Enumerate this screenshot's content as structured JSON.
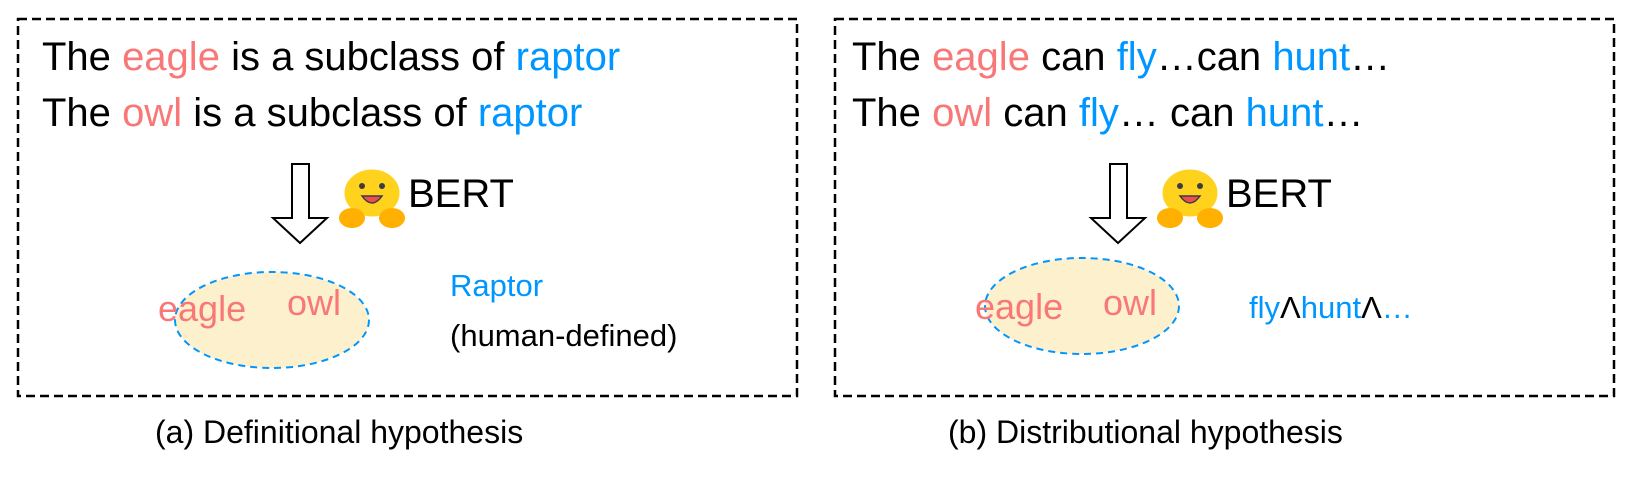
{
  "colors": {
    "entity": "#f87878",
    "concept": "#0096ff",
    "ellipse_fill": "#fdf0cc"
  },
  "panels": [
    {
      "sentences": [
        {
          "w1": "The",
          "entity": "eagle",
          "mid": "is a subclass of",
          "concept": "raptor"
        },
        {
          "w1": "The",
          "entity": "owl",
          "mid": "is a subclass of",
          "concept": "raptor"
        }
      ],
      "model": "BERT",
      "model_icon": "hugging-face-emoji",
      "cluster": [
        "eagle",
        "owl"
      ],
      "label": "Raptor",
      "label_note": "(human-defined)",
      "caption": "(a) Definitional hypothesis"
    },
    {
      "sentences": [
        {
          "w1": "The",
          "entity": "eagle",
          "can1": "can",
          "p1": "fly",
          "e1": "…can",
          "p2": "hunt",
          "e2": "…"
        },
        {
          "w1": "The",
          "entity": "owl",
          "can1": "can",
          "p1": "fly",
          "e1": "… can",
          "p2": "hunt",
          "e2": "…"
        }
      ],
      "model": "BERT",
      "model_icon": "hugging-face-emoji",
      "cluster": [
        "eagle",
        "owl"
      ],
      "label_parts": [
        "fly",
        "Λ",
        "hunt",
        "Λ",
        "…"
      ],
      "caption": "(b) Distributional hypothesis"
    }
  ]
}
